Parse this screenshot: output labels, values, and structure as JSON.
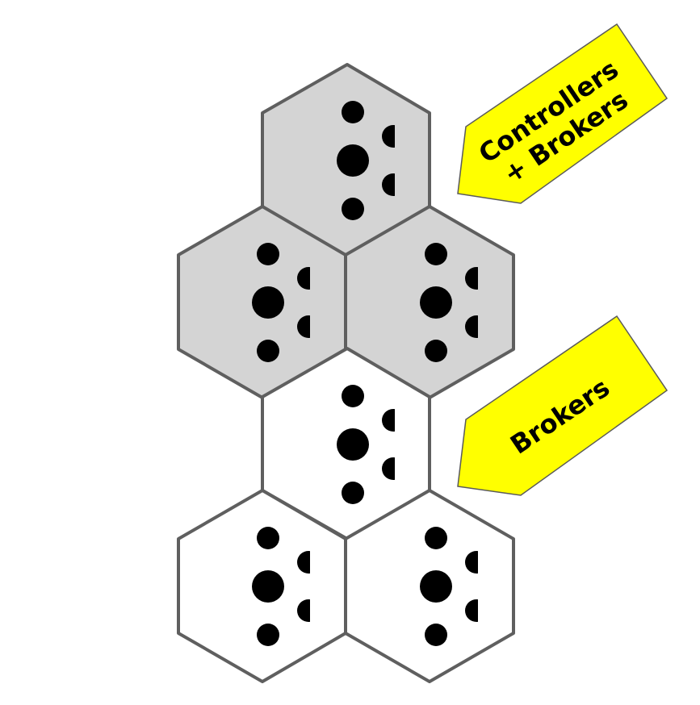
{
  "diagram": {
    "legend": {
      "controllers_brokers": {
        "line1": "Controllers",
        "line2": "+ Brokers"
      },
      "brokers": {
        "line1": "Brokers"
      }
    },
    "colors": {
      "controller_fill": "#d4d4d4",
      "broker_fill": "#ffffff",
      "hex_stroke": "#5f5f5f",
      "callout_fill": "#ffff00",
      "icon_color": "#000000"
    },
    "nodes": [
      {
        "role": "controller",
        "icon": "kafka-logo-icon"
      },
      {
        "role": "controller",
        "icon": "kafka-logo-icon"
      },
      {
        "role": "controller",
        "icon": "kafka-logo-icon"
      },
      {
        "role": "broker",
        "icon": "kafka-logo-icon"
      },
      {
        "role": "broker",
        "icon": "kafka-logo-icon"
      },
      {
        "role": "broker",
        "icon": "kafka-logo-icon"
      }
    ]
  }
}
